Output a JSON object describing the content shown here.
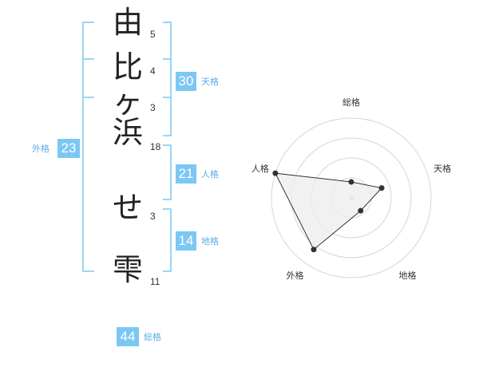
{
  "name_characters": [
    {
      "char": "由",
      "strokes": "5"
    },
    {
      "char": "比",
      "strokes": "4"
    },
    {
      "char": "ヶ",
      "strokes": "3"
    },
    {
      "char": "浜",
      "strokes": "18"
    },
    {
      "char": "せ",
      "strokes": "3"
    },
    {
      "char": "雫",
      "strokes": "11"
    }
  ],
  "fortunes": {
    "tenkaku": {
      "value": "30",
      "label": "天格"
    },
    "jinkaku": {
      "value": "21",
      "label": "人格"
    },
    "chikaku": {
      "value": "14",
      "label": "地格"
    },
    "gaikaku": {
      "value": "23",
      "label": "外格"
    },
    "soukaku": {
      "value": "44",
      "label": "総格"
    }
  },
  "colors": {
    "accent": "#7cc7f4",
    "bracket": "#7cc7f4",
    "radar_fill": "#eeeeee"
  },
  "chart_data": {
    "type": "radar",
    "axes": [
      "総格",
      "天格",
      "地格",
      "外格",
      "人格"
    ],
    "scale_max": 5,
    "rings": 4,
    "values": [
      1,
      2,
      1,
      4,
      5
    ]
  }
}
